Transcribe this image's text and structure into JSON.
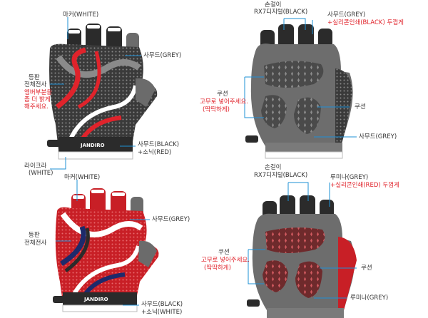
{
  "colors": {
    "accent": "#e0232b",
    "leader": "#1e90d6",
    "grey": "#6b6b6b",
    "dark": "#2b2b2b"
  },
  "logo_text": "JANDIRO",
  "top_left": {
    "label_marker": "마커(WHITE)",
    "label_back_1": "등판",
    "label_back_2": "전체전사",
    "label_back_note_1": "엠버부분을",
    "label_back_note_2": "좀 더 밝게",
    "label_back_note_3": "해주세요.",
    "label_suede": "사무드(GREY)",
    "label_cuff_1": "사무드(BLACK)",
    "label_cuff_2": "+소닉(RED)",
    "label_lycra_1": "라이크라",
    "label_lycra_2": "(WHITE)"
  },
  "top_right": {
    "label_finger_1": "손걸이",
    "label_finger_2": "RX7디지털(BLACK)",
    "label_suede_1": "사무드(GREY)",
    "label_suede_2": "+실리콘인쇄(BLACK) 두껍게",
    "label_cushion_1": "쿠션",
    "label_cushion_2": "고무로 넣어주세요.",
    "label_cushion_3": "(딱딱하게)",
    "label_cushion_right": "쿠션",
    "label_bottom": "사무드(GREY)"
  },
  "bottom_left": {
    "label_marker": "마커(WHITE)",
    "label_back_1": "등판",
    "label_back_2": "전체전사",
    "label_suede": "사무드(GREY)",
    "label_cuff_1": "사무드(BLACK)",
    "label_cuff_2": "+소닉(WHITE)"
  },
  "bottom_right": {
    "label_finger_1": "손걸이",
    "label_finger_2": "RX7디지털(BLACK)",
    "label_lumina_1": "루미나(GREY)",
    "label_lumina_2": "+실리콘인쇄(RED) 두껍게",
    "label_cushion_1": "쿠션",
    "label_cushion_2": "고무로 넣어주세요.",
    "label_cushion_3": "(딱딱하게)",
    "label_cushion_right": "쿠션",
    "label_bottom": "루미나(GREY)"
  }
}
